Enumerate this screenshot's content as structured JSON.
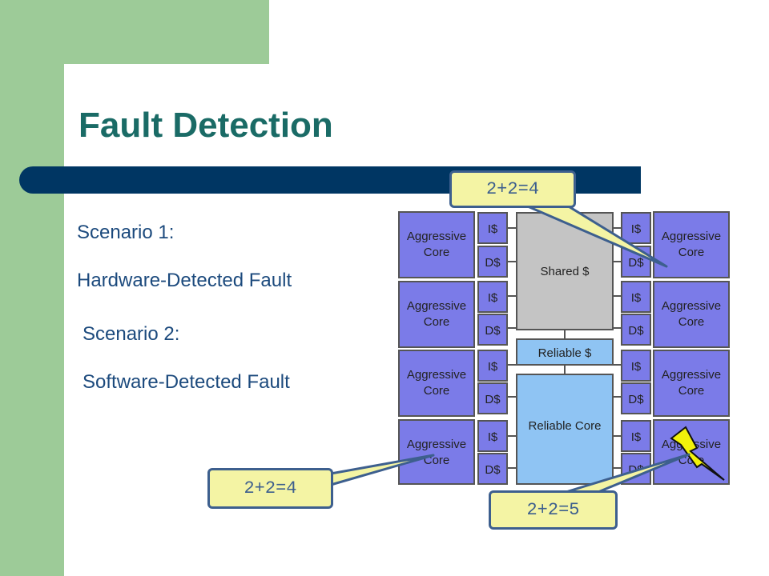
{
  "slide": {
    "title": "Fault Detection",
    "scenario1_label": "Scenario 1:",
    "scenario1_text": "Hardware-Detected Fault",
    "scenario2_label": "Scenario 2:",
    "scenario2_text": "Software-Detected Fault"
  },
  "diagram": {
    "core_label_line1": "Aggressive",
    "core_label_line2": "Core",
    "icache_label": "I$",
    "dcache_label": "D$",
    "shared_cache_label": "Shared $",
    "reliable_cache_label": "Reliable $",
    "reliable_core_label": "Reliable Core"
  },
  "callouts": {
    "top": "2+2=4",
    "bottom_left": "2+2=4",
    "bottom_right": "2+2=5"
  },
  "colors": {
    "core_fill": "#7b7be8",
    "cache_fill": "#7b7be8",
    "shared_fill": "#c4c4c4",
    "reliable_fill": "#8fc4f3",
    "callout_fill": "#f4f4a4",
    "title_color": "#1a6b66",
    "text_color": "#1c4a7d",
    "bar_color": "#003663"
  }
}
